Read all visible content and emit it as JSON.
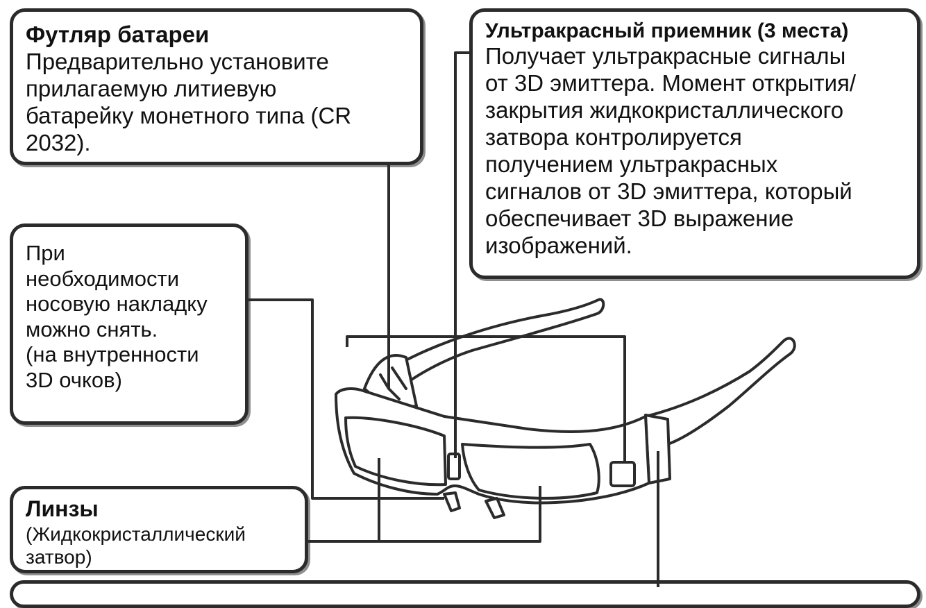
{
  "callouts": {
    "battery": {
      "title": "Футляр батареи",
      "body": "Предварительно установите\nприлагаемую литиевую\nбатарейку монетного типа (CR\n2032)."
    },
    "ir_receiver": {
      "title": "Ультракрасный приемник (3 места)",
      "body": "Получает ультракрасные сигналы\nот 3D эмиттера. Момент открытия/\nзакрытия жидкокристаллического\nзатвора контролируется\nполучением ультракрасных\nсигналов от 3D эмиттера, который\nобеспечивает 3D выражение\nизображений."
    },
    "nose_pad": {
      "body": "При\nнеобходимости\nносовую накладку\nможно снять.\n(на внутренности\n3D очков)"
    },
    "lenses": {
      "title": "Линзы",
      "body": "(Жидкокристаллический\nзатвор)"
    }
  },
  "colors": {
    "line": "#2b2b2b",
    "shadow": "#8f8f8f",
    "background": "#ffffff"
  }
}
